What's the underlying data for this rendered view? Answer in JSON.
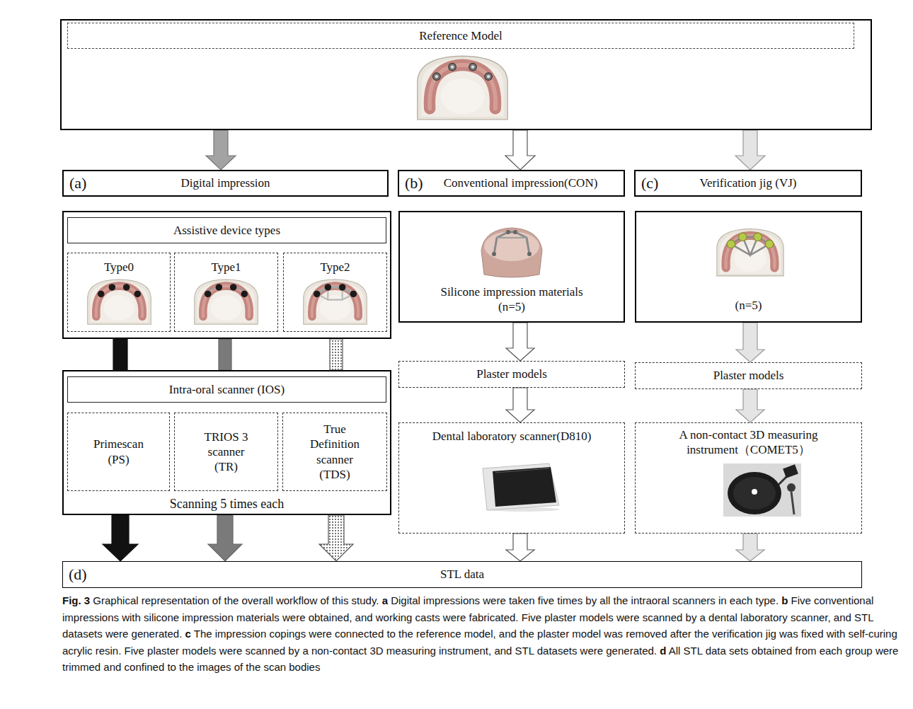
{
  "diagram": {
    "caption": "Fig. 3 Graphical representation of the overall workflow of this study. a Digital impressions were taken five times by all the intraoral scanners in each type. b Five conventional impressions with silicone impression materials were obtained, and working casts were fabricated. Five plaster models were scanned by a dental laboratory scanner, and STL datasets were generated. c The impression copings were connected to the reference model, and the plaster model was removed after the verification jig was fixed with self-curing acrylic resin. Five plaster models were scanned by a non-contact 3D measuring instrument, and STL datasets were generated. d All STL data sets obtained from each group were trimmed and confined to the images of the scan bodies",
    "nodes": [
      {
        "text": [
          "Reference Model"
        ]
      },
      {
        "text": [
          "(a)",
          "Digital impression"
        ]
      },
      {
        "text": [
          "(b)",
          "Conventional impression(CON)"
        ]
      },
      {
        "text": [
          "(c)",
          "Verification jig (VJ)"
        ]
      },
      {
        "text": [
          "Assistive device types"
        ]
      },
      {
        "text": [
          "Type0"
        ],
        "in": 4
      },
      {
        "text": [
          "Type1"
        ],
        "in": 4
      },
      {
        "text": [
          "Type2"
        ],
        "in": 4
      },
      {
        "text": [
          "Silicone impression materials (n=5)"
        ]
      },
      {
        "text": [
          "(n=5)"
        ]
      },
      {
        "text": [
          "Intra-oral scanner (IOS)",
          "Scanning 5 times each"
        ]
      },
      {
        "text": [
          "Primescan (PS)"
        ],
        "in": 10
      },
      {
        "text": [
          "TRIOS 3 scanner (TR)"
        ],
        "in": 10
      },
      {
        "text": [
          "True Definition scanner (TDS)"
        ],
        "in": 10
      },
      {
        "text": [
          "Plaster models"
        ]
      },
      {
        "text": [
          "Plaster models"
        ]
      },
      {
        "text": [
          "Dental laboratory scanner(D810)"
        ]
      },
      {
        "text": [
          "A non-contact 3D measuring instrument（COMET5）"
        ]
      },
      {
        "text": [
          "(d)",
          "STL data"
        ]
      }
    ],
    "edges": [
      {
        "from": 0,
        "to": 1,
        "arrow": "to"
      },
      {
        "from": 0,
        "to": 2,
        "arrow": "to"
      },
      {
        "from": 0,
        "to": 3,
        "arrow": "to"
      },
      {
        "from": 4,
        "to": 10,
        "arrow": "none"
      },
      {
        "from": 4,
        "to": 10,
        "arrow": "none"
      },
      {
        "from": 4,
        "to": 10,
        "arrow": "none"
      },
      {
        "from": 10,
        "to": 18,
        "arrow": "to"
      },
      {
        "from": 10,
        "to": 18,
        "arrow": "to"
      },
      {
        "from": 10,
        "to": 18,
        "arrow": "to"
      },
      {
        "from": 8,
        "to": 14,
        "arrow": "to"
      },
      {
        "from": 14,
        "to": 16,
        "arrow": "to"
      },
      {
        "from": 16,
        "to": 18,
        "arrow": "to"
      },
      {
        "from": 9,
        "to": 15,
        "arrow": "to"
      },
      {
        "from": 15,
        "to": 17,
        "arrow": "to"
      },
      {
        "from": 17,
        "to": 18,
        "arrow": "to"
      }
    ]
  }
}
